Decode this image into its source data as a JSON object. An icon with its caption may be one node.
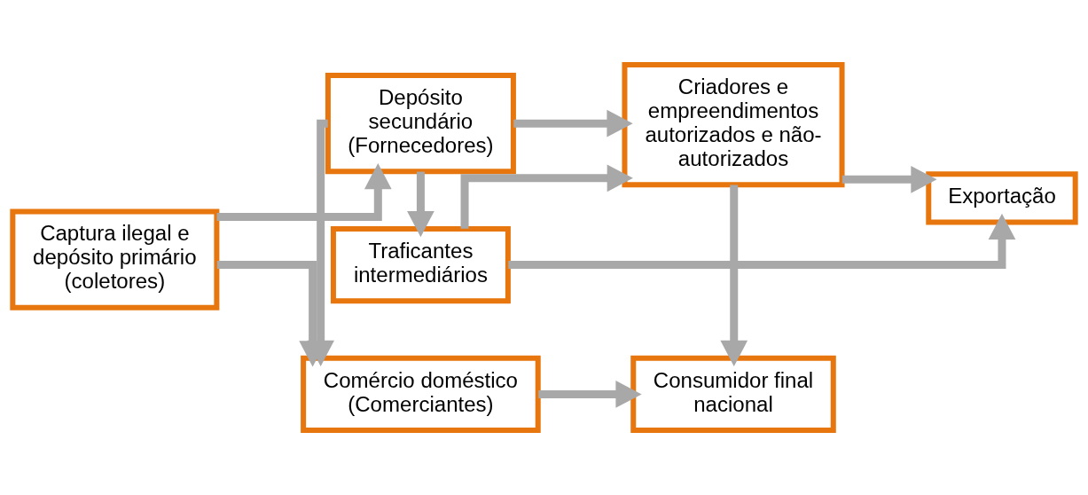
{
  "diagram": {
    "nodes": [
      {
        "text": [
          "Captura ilegal e depósito primário (coletores)"
        ]
      },
      {
        "text": [
          "Comércio doméstico (Comerciantes)"
        ]
      },
      {
        "text": [
          "Consumidor final nacional"
        ]
      },
      {
        "text": [
          "Depósito secundário (Fornecedores)"
        ]
      },
      {
        "text": [
          "Criadores e empreendimentos autorizados e não-autorizados"
        ]
      },
      {
        "text": [
          "Exportação"
        ]
      },
      {
        "text": [
          "Traficantes intermediários"
        ]
      }
    ],
    "edges": [
      {
        "from": 0,
        "to": 1,
        "arrow": "to"
      },
      {
        "from": 1,
        "to": 2,
        "arrow": "to"
      },
      {
        "from": 0,
        "to": 3,
        "arrow": "to"
      },
      {
        "from": 3,
        "to": 1,
        "arrow": "to"
      },
      {
        "from": 3,
        "to": 4,
        "arrow": "to"
      },
      {
        "from": 4,
        "to": 2,
        "arrow": "to"
      },
      {
        "from": 4,
        "to": 5,
        "arrow": "to"
      },
      {
        "from": 3,
        "to": 6,
        "arrow": "to"
      },
      {
        "from": 6,
        "to": 4,
        "arrow": "to"
      },
      {
        "from": 6,
        "to": 5,
        "arrow": "to"
      }
    ]
  }
}
